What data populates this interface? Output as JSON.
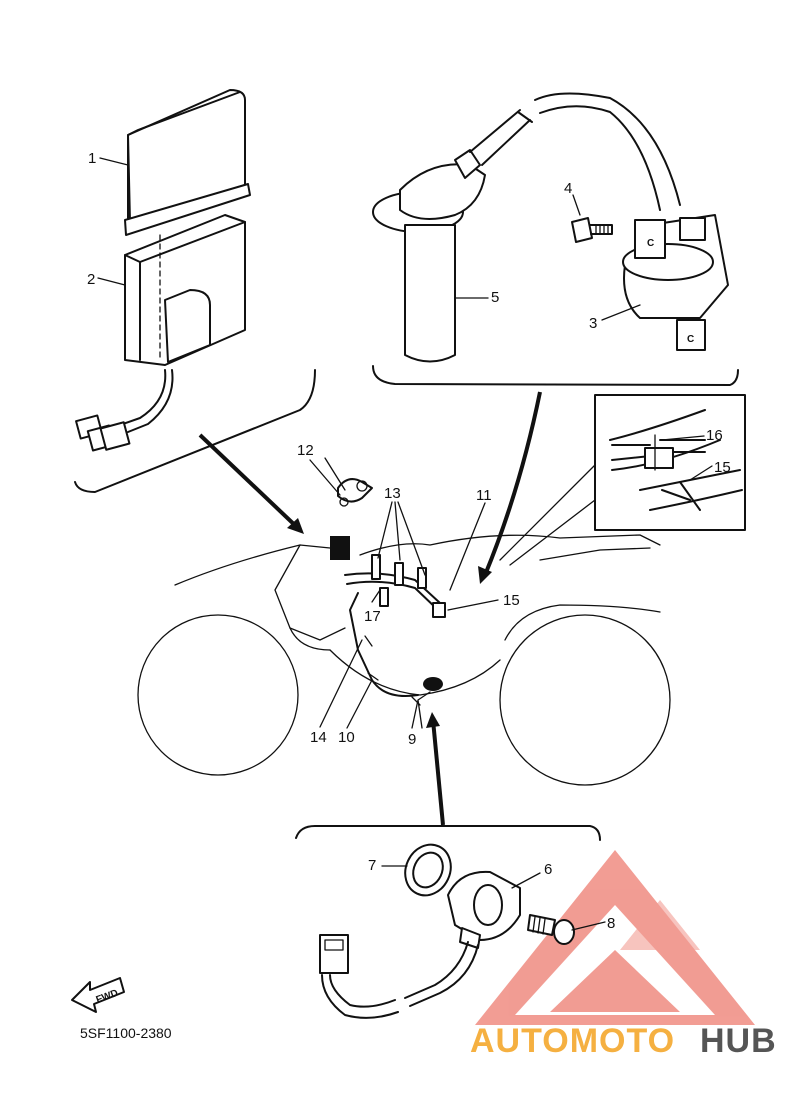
{
  "diagram": {
    "part_code": "5SF1100-2380",
    "direction_label": "FWD",
    "callouts": [
      "1",
      "2",
      "3",
      "4",
      "5",
      "6",
      "7",
      "8",
      "9",
      "10",
      "11",
      "12",
      "13",
      "14",
      "15",
      "16",
      "17"
    ],
    "callout_15_secondary": "15"
  },
  "watermark": {
    "text_a": "AUTOMOTO",
    "text_b": "HUB",
    "color_a": "#f5b041",
    "color_b": "#555555",
    "logo_color": "#e74c3c"
  },
  "icons": {
    "direction_arrow": "fwd-arrow-icon",
    "logo": "mountain-logo-icon"
  }
}
